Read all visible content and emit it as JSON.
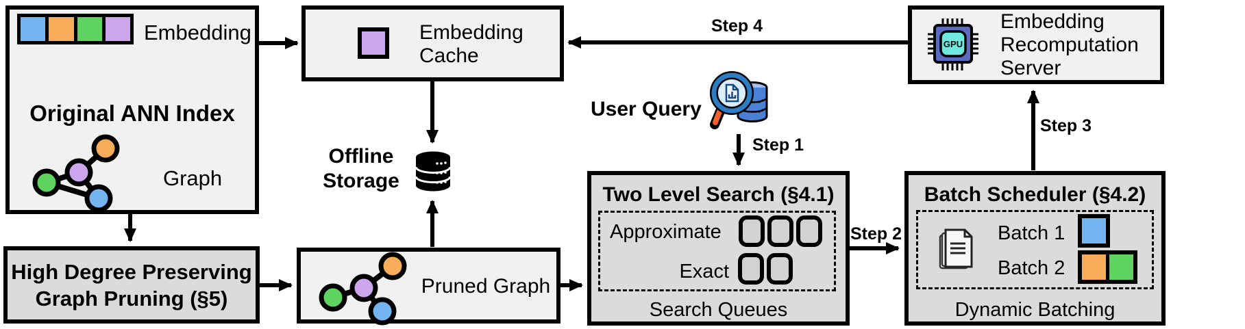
{
  "colors": {
    "light_box": "#f1f1f1",
    "dark_box": "#dbdbdb",
    "border": "#000000",
    "embedding_blue": "#74b4f0",
    "embedding_orange": "#f7ac5a",
    "embedding_green": "#5fd35f",
    "embedding_purple": "#cda5ed",
    "gpu_chip_body": "#5a6cc0",
    "gpu_chip_core": "#6fe9dd",
    "magnifier_handle": "#f2622e",
    "query_db_blue": "#4a80d6"
  },
  "ann_index": {
    "title": "Original ANN Index",
    "embedding_label": "Embedding",
    "graph_label": "Graph",
    "embedding_colors": [
      "#74b4f0",
      "#f7ac5a",
      "#5fd35f",
      "#cda5ed"
    ]
  },
  "embedding_cache": {
    "label": "Embedding Cache"
  },
  "offline_storage": {
    "label": "Offline Storage"
  },
  "user_query": {
    "label": "User Query"
  },
  "recomputation_server": {
    "label": "Embedding Recomputation Server",
    "gpu_text": "GPU"
  },
  "two_level_search": {
    "title": "Two Level Search (§4.1)",
    "rows": [
      {
        "label": "Approximate",
        "slots": 3
      },
      {
        "label": "Exact",
        "slots": 2
      }
    ],
    "footer": "Search Queues"
  },
  "batch_scheduler": {
    "title": "Batch Scheduler (§4.2)",
    "batches": [
      {
        "label": "Batch 1",
        "colors": [
          "#74b4f0"
        ]
      },
      {
        "label": "Batch 2",
        "colors": [
          "#f7ac5a",
          "#5fd35f"
        ]
      }
    ],
    "footer": "Dynamic Batching"
  },
  "graph_pruning": {
    "title": "High Degree Preserving Graph Pruning (§5)"
  },
  "pruned_graph": {
    "label": "Pruned Graph"
  },
  "steps": {
    "step1": "Step 1",
    "step2": "Step 2",
    "step3": "Step 3",
    "step4": "Step 4"
  }
}
